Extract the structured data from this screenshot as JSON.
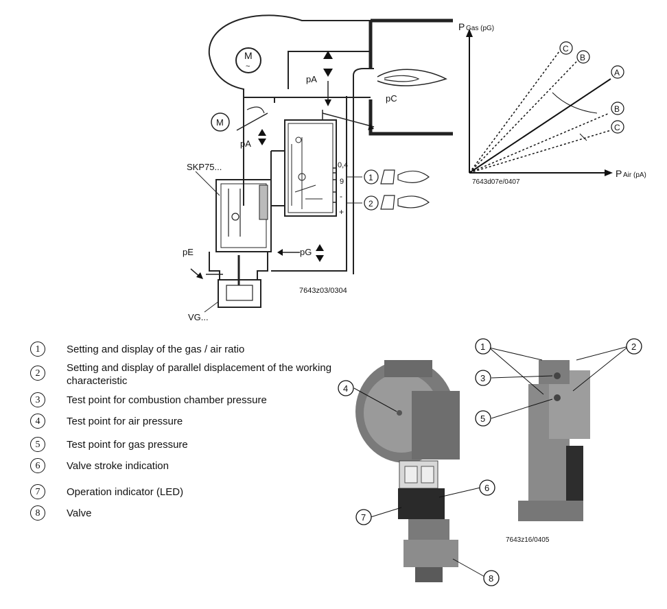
{
  "schematic": {
    "motor_label": "M",
    "motor_sub": "~",
    "actuator_label": "M",
    "skp_label": "SKP75...",
    "vg_label": "VG...",
    "pA_top": "pA",
    "pA_mid": "pA",
    "pC": "pC",
    "pG": "pG",
    "pE": "pE",
    "scale_top": "0,4",
    "scale_9": "9",
    "scale_minus": "-",
    "scale_plus": "+",
    "callout_1": "1",
    "callout_2": "2",
    "code": "7643z03/0304"
  },
  "graph": {
    "y_label_main": "P",
    "y_label_sub": "Gas (pG)",
    "x_label_main": "P",
    "x_label_sub": "Air (pA)",
    "code": "7643d07e/0407",
    "line_labels": [
      "C",
      "B",
      "A",
      "B",
      "C"
    ]
  },
  "legend": [
    {
      "num": "1",
      "text": "Setting and display of the gas / air ratio"
    },
    {
      "num": "2",
      "text": "Setting and display of parallel displacement of the working characteristic"
    },
    {
      "num": "3",
      "text": "Test point for combustion chamber pressure"
    },
    {
      "num": "4",
      "text": "Test point for air pressure"
    },
    {
      "num": "5",
      "text": "Test point for gas pressure"
    },
    {
      "num": "6",
      "text": "Valve stroke indication"
    },
    {
      "num": "7",
      "text": "Operation indicator (LED)"
    },
    {
      "num": "8",
      "text": "Valve"
    }
  ],
  "photo": {
    "callouts": [
      "1",
      "2",
      "3",
      "4",
      "5",
      "6",
      "7",
      "8"
    ],
    "code": "7643z16/0405"
  }
}
